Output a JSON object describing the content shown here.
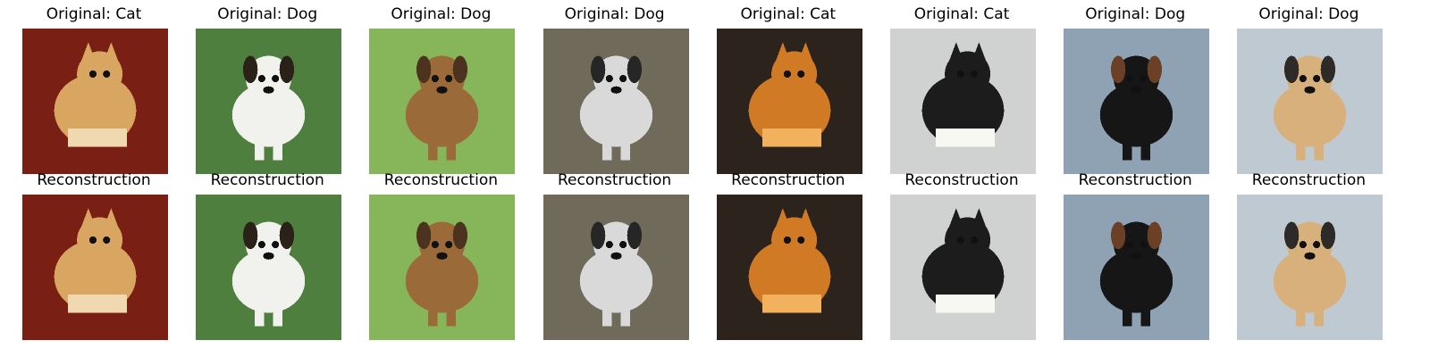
{
  "figure": {
    "originals": [
      {
        "label": "Original: Cat",
        "subject": "cat",
        "bg": "#7a1f14",
        "animal": "#d8a660",
        "accent": "#f0d8b0"
      },
      {
        "label": "Original: Dog",
        "subject": "dog",
        "bg": "#4f7f3e",
        "animal": "#f1f1ee",
        "accent": "#2a2119"
      },
      {
        "label": "Original: Dog",
        "subject": "dog",
        "bg": "#87b55a",
        "animal": "#9a6a38",
        "accent": "#4b3320"
      },
      {
        "label": "Original: Dog",
        "subject": "dog",
        "bg": "#6f6a5a",
        "animal": "#d9d9d9",
        "accent": "#262626"
      },
      {
        "label": "Original: Cat",
        "subject": "cat",
        "bg": "#2d231d",
        "animal": "#d07a26",
        "accent": "#f1b15d"
      },
      {
        "label": "Original: Cat",
        "subject": "cat",
        "bg": "#cfd2d1",
        "animal": "#1c1c1c",
        "accent": "#f8f8f2"
      },
      {
        "label": "Original: Dog",
        "subject": "dog",
        "bg": "#8ea2b4",
        "animal": "#161616",
        "accent": "#6b4027"
      },
      {
        "label": "Original: Dog",
        "subject": "dog",
        "bg": "#bfc9d2",
        "animal": "#d8b07b",
        "accent": "#2e2a27"
      }
    ],
    "reconstruction_label": "Reconstruction"
  }
}
